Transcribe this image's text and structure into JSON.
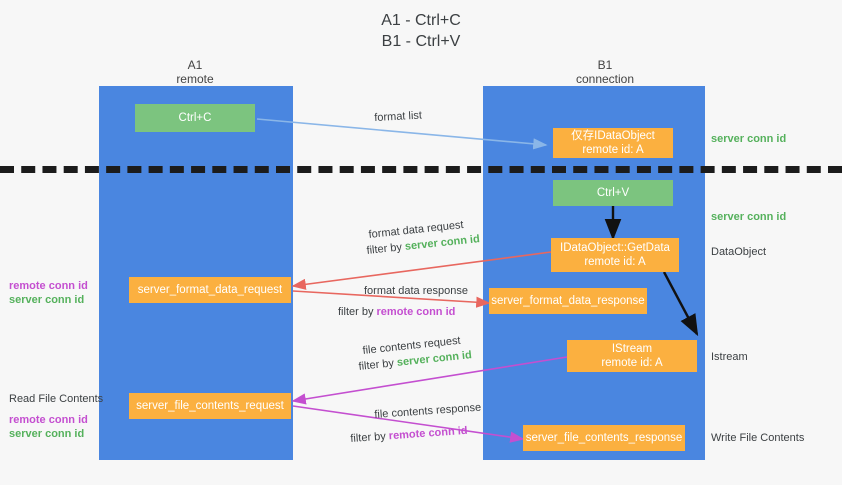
{
  "title": {
    "line1": "A1 - Ctrl+C",
    "line2": "B1 - Ctrl+V"
  },
  "lanes": [
    {
      "name": "A1",
      "sub": "remote"
    },
    {
      "name": "B1",
      "sub": "connection"
    }
  ],
  "nodes": {
    "ctrl_c": "Ctrl+C",
    "ctrl_v": "Ctrl+V",
    "idataobject": {
      "line1": "仅存IDataObject",
      "line2": "remote id: A"
    },
    "getdata": {
      "line1": "IDataObject::GetData",
      "line2": "remote id: A"
    },
    "istream": {
      "line1": "IStream",
      "line2": "remote id: A"
    },
    "server_format_data_request": "server_format_data_request",
    "server_format_data_response": "server_format_data_response",
    "server_file_contents_request": "server_file_contents_request",
    "server_file_contents_response": "server_file_contents_response"
  },
  "edges": {
    "format_list": "format list",
    "format_data_request": "format data request",
    "format_data_request_filter_prefix": "filter by ",
    "format_data_request_filter_key": "server conn id",
    "format_data_response": "format data response",
    "format_data_response_filter_prefix": "filter by ",
    "format_data_response_filter_key": "remote conn id",
    "file_contents_request": "file contents request",
    "file_contents_request_filter_prefix": "filter by ",
    "file_contents_request_filter_key": "server conn id",
    "file_contents_response": "file contents response",
    "file_contents_response_filter_prefix": "filter by ",
    "file_contents_response_filter_key": "remote conn id"
  },
  "right_labels": {
    "server_conn_id_top": "server conn id",
    "server_conn_id_mid": "server conn id",
    "dataobject": "DataObject",
    "istream": "Istream",
    "write_file_contents": "Write File Contents"
  },
  "left_labels": {
    "remote_conn_id_1": "remote conn id",
    "server_conn_id_1": "server conn id",
    "read_file_contents": "Read File Contents",
    "remote_conn_id_2": "remote conn id",
    "server_conn_id_2": "server conn id"
  },
  "colors": {
    "lane": "#4a86e0",
    "green_node": "#7cc47f",
    "orange_node": "#fbb040",
    "green_text": "#55b15c",
    "purple_text": "#c44fd0",
    "red_arrow": "#e8675f",
    "blue_arrow": "#8ab6e8",
    "magenta_arrow": "#c44fd0",
    "black_arrow": "#111111",
    "background": "#f7f7f7"
  }
}
